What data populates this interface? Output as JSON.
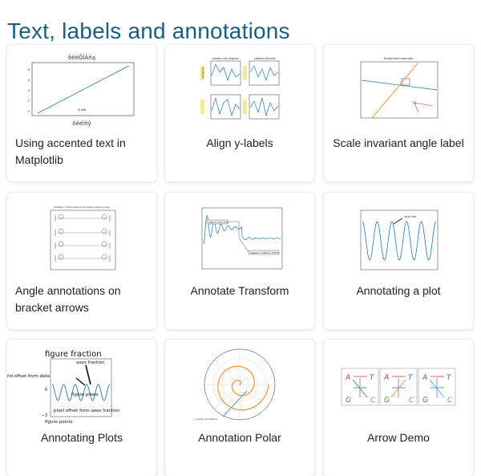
{
  "section": {
    "title": "Text, labels and annotations"
  },
  "cards": [
    {
      "label": "Using accented text in Matplotlib",
      "thumb": {
        "title": "ôëéÔÎÄñą",
        "xlabel": "ôëéïñŷ",
        "annotation": "ï§ éäå"
      }
    },
    {
      "label": "Align y-labels",
      "thumb": {
        "title_left": "ylabels not aligned",
        "title_right": "ylabels aligned",
        "ylabel": "misaligned"
      }
    },
    {
      "label": "Scale invariant angle label",
      "thumb": {
        "title": "AngleLabel example"
      }
    },
    {
      "label": "Angle annotations on bracket arrows",
      "thumb": {
        "title": "Illustration of the bracket arrow's relative angle and angle"
      }
    },
    {
      "label": "Annotate Transform",
      "thumb": {
        "box1": "data = (5.0, 0.5)",
        "box2": "display = (305.0, 157.0)"
      }
    },
    {
      "label": "Annotating a plot",
      "thumb": {
        "annotation": "local max"
      }
    },
    {
      "label": "Annotating Plots",
      "thumb": {
        "title": "figure fraction",
        "axes_fraction": "axes fraction",
        "offset_data": "nd offset from data",
        "figure_pixels": "figure pixels",
        "pixel_offset": "pixel offset from axes fraction",
        "figure_points": "figure points"
      }
    },
    {
      "label": "Annotation Polar",
      "thumb": {
        "annotation": "a polar annotation"
      }
    },
    {
      "label": "Arrow Demo",
      "thumb": {}
    }
  ]
}
